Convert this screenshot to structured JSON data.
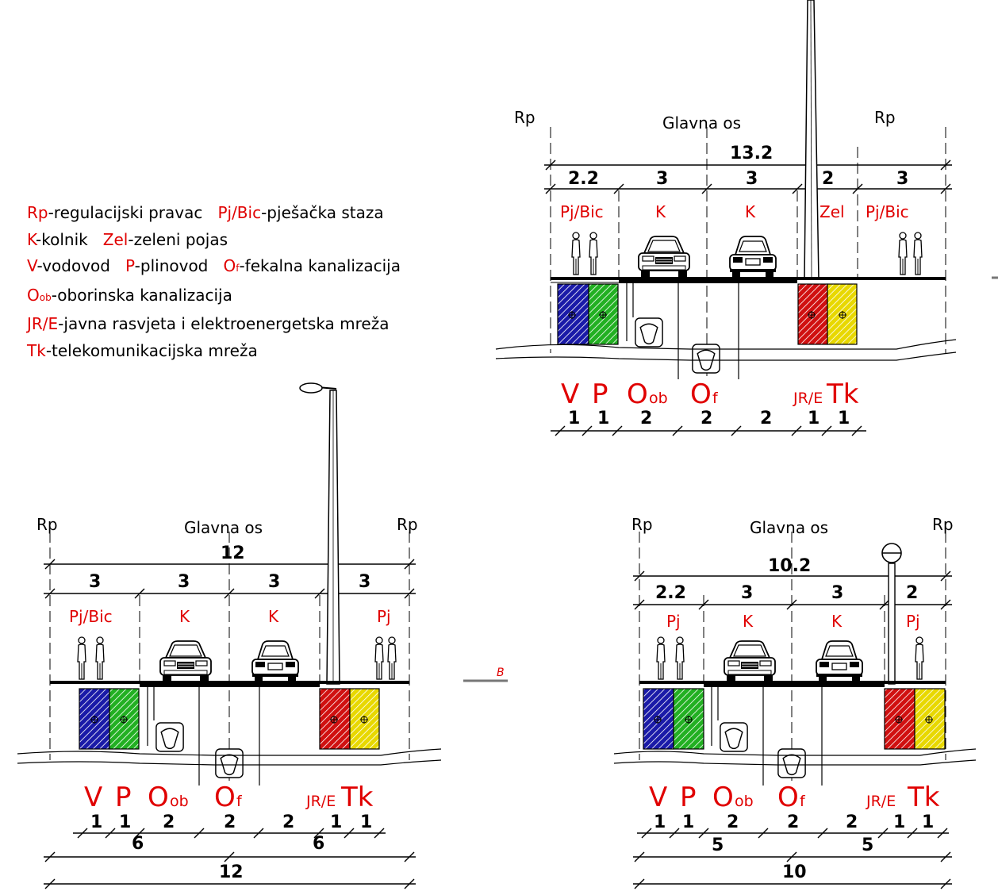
{
  "legend": {
    "items": [
      {
        "key": "Rp",
        "desc": "-regulacijski pravac"
      },
      {
        "key": "Pj/Bic",
        "desc": "-pješačka staza"
      },
      {
        "key": "K",
        "desc": "-kolnik"
      },
      {
        "key": "Zel",
        "desc": "-zeleni pojas"
      },
      {
        "key": "V",
        "desc": "-vodovod"
      },
      {
        "key": "P",
        "desc": "-plinovod"
      },
      {
        "key": "O",
        "sub": "f",
        "desc": "-fekalna kanalizacija"
      },
      {
        "key": "O",
        "sub": "ob",
        "desc": "-oborinska kanalizacija"
      },
      {
        "key": "JR/E",
        "desc": "-javna rasvjeta i elektroenergetska mreža"
      },
      {
        "key": "Tk",
        "desc": "-telekomunikacijska mreža"
      }
    ]
  },
  "common": {
    "rp": "Rp",
    "axis": "Glavna os",
    "utilities": {
      "v": "V",
      "p": "P",
      "o": "O",
      "ob": "ob",
      "f": "f",
      "jre": "JR/E",
      "tk": "Tk"
    }
  },
  "sections": [
    {
      "id": "top-right",
      "total": "13.2",
      "lanes": [
        {
          "w": "2.2",
          "label": "Pj/Bic"
        },
        {
          "w": "3",
          "label": "K"
        },
        {
          "w": "3",
          "label": "K"
        },
        {
          "w": "2",
          "label": "Zel"
        },
        {
          "w": "3",
          "label": "Pj/Bic"
        }
      ],
      "util_dims": [
        "1",
        "1",
        "2",
        "2",
        "2",
        "1",
        "1"
      ]
    },
    {
      "id": "bottom-left",
      "total": "12",
      "lanes": [
        {
          "w": "3",
          "label": "Pj/Bic"
        },
        {
          "w": "3",
          "label": "K"
        },
        {
          "w": "3",
          "label": "K"
        },
        {
          "w": "3",
          "label": "Pj"
        }
      ],
      "util_dims": [
        "1",
        "1",
        "2",
        "2",
        "2",
        "1",
        "1"
      ],
      "half_dims": [
        "6",
        "6"
      ],
      "bottom_total": "12"
    },
    {
      "id": "bottom-right",
      "total": "10.2",
      "lanes": [
        {
          "w": "2.2",
          "label": "Pj"
        },
        {
          "w": "3",
          "label": "K"
        },
        {
          "w": "3",
          "label": "K"
        },
        {
          "w": "2",
          "label": "Pj"
        }
      ],
      "util_dims": [
        "1",
        "1",
        "2",
        "2",
        "2",
        "1",
        "1"
      ],
      "half_dims": [
        "5",
        "5"
      ],
      "bottom_total": "10"
    }
  ],
  "section_marker": "B",
  "colors": {
    "label": "#e00000",
    "water": "#1a1aa8",
    "gas": "#22b022",
    "power": "#d01010",
    "telecom": "#e8d800"
  }
}
